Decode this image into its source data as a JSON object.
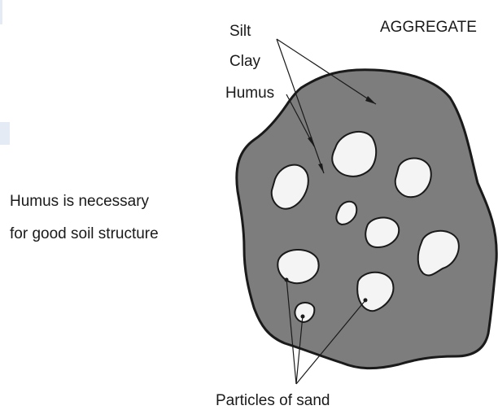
{
  "labels": {
    "title": "AGGREGATE",
    "components": [
      "Silt",
      "Clay",
      "Humus"
    ],
    "note_lines": [
      "Humus is necessary",
      "for good soil structure"
    ],
    "sand": "Particles of sand"
  },
  "colors": {
    "aggregate_fill": "#7d7d7d",
    "outline": "#1a1a1a",
    "particle_fill": "#f4f4f4",
    "background": "#ffffff"
  }
}
